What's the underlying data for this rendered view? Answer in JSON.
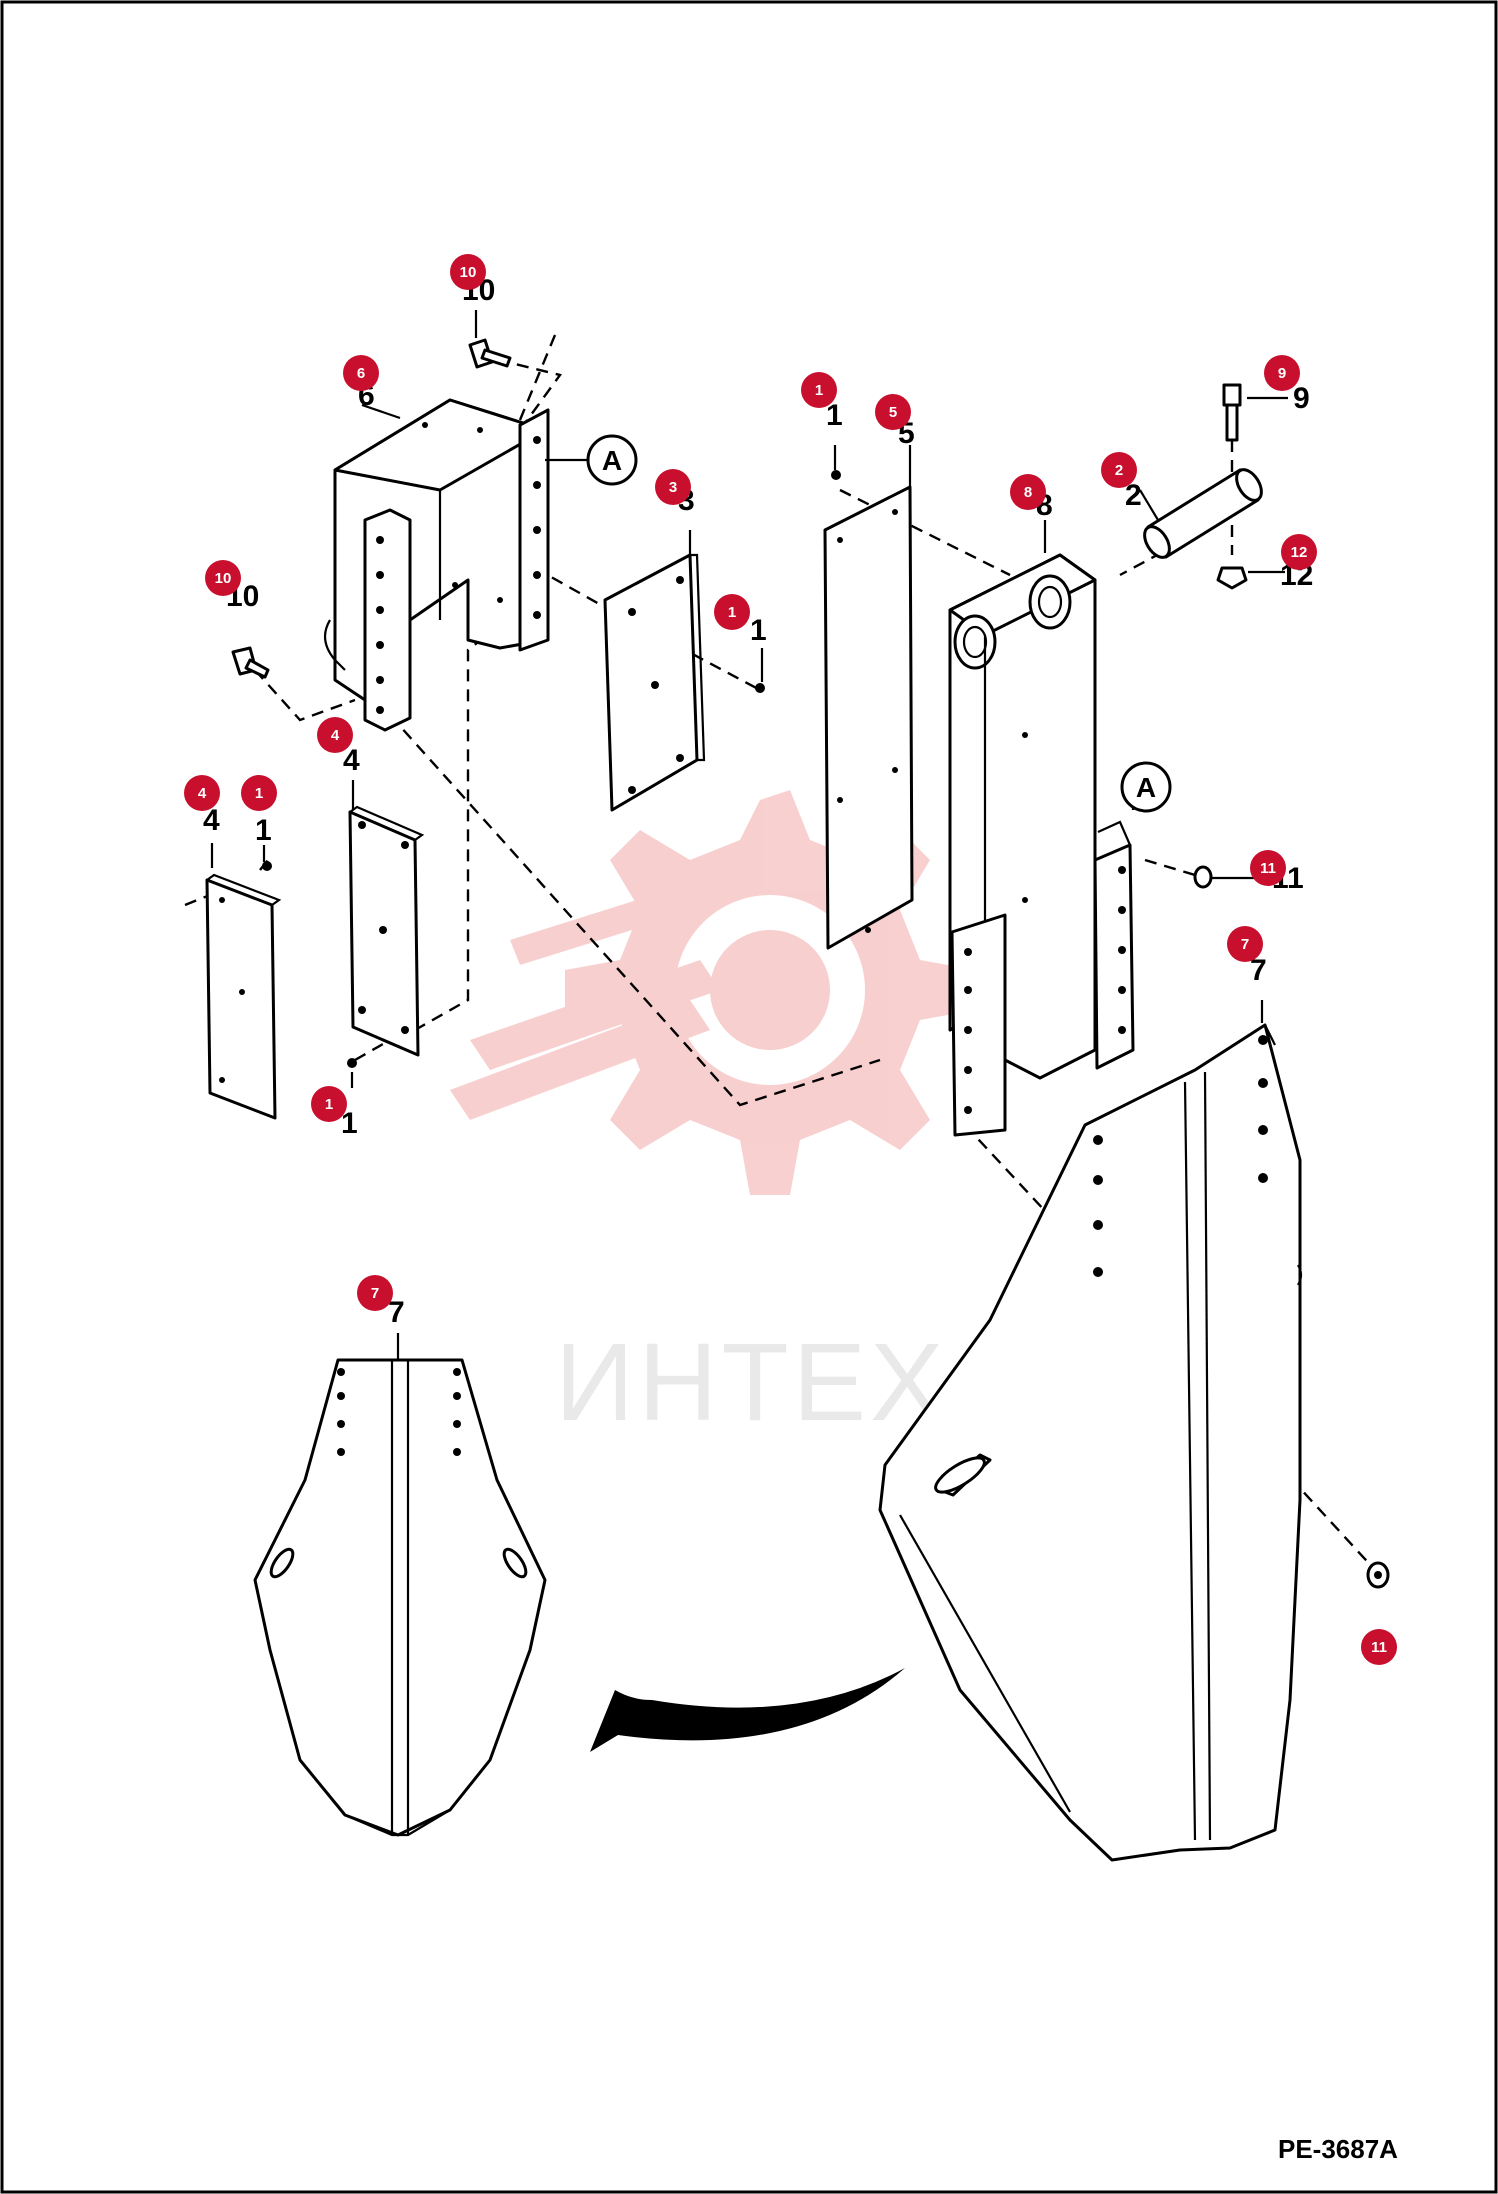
{
  "diagram": {
    "code": "PE-3687A",
    "watermark_text": "ИНТЕХ",
    "reference_mark": "A",
    "colors": {
      "callout_fill": "#c8102e",
      "watermark": "#f4b9b9",
      "frame": "#000000"
    },
    "callouts": [
      "10",
      "6",
      "1",
      "5",
      "9",
      "8",
      "2",
      "3",
      "12",
      "10",
      "1",
      "4",
      "4",
      "1",
      "1",
      "7",
      "11",
      "7",
      "11"
    ],
    "part_numbers": [
      "10",
      "6",
      "1",
      "5",
      "9",
      "8",
      "2",
      "3",
      "12",
      "10",
      "1",
      "4",
      "4",
      "1",
      "1",
      "7",
      "11",
      "7"
    ]
  }
}
